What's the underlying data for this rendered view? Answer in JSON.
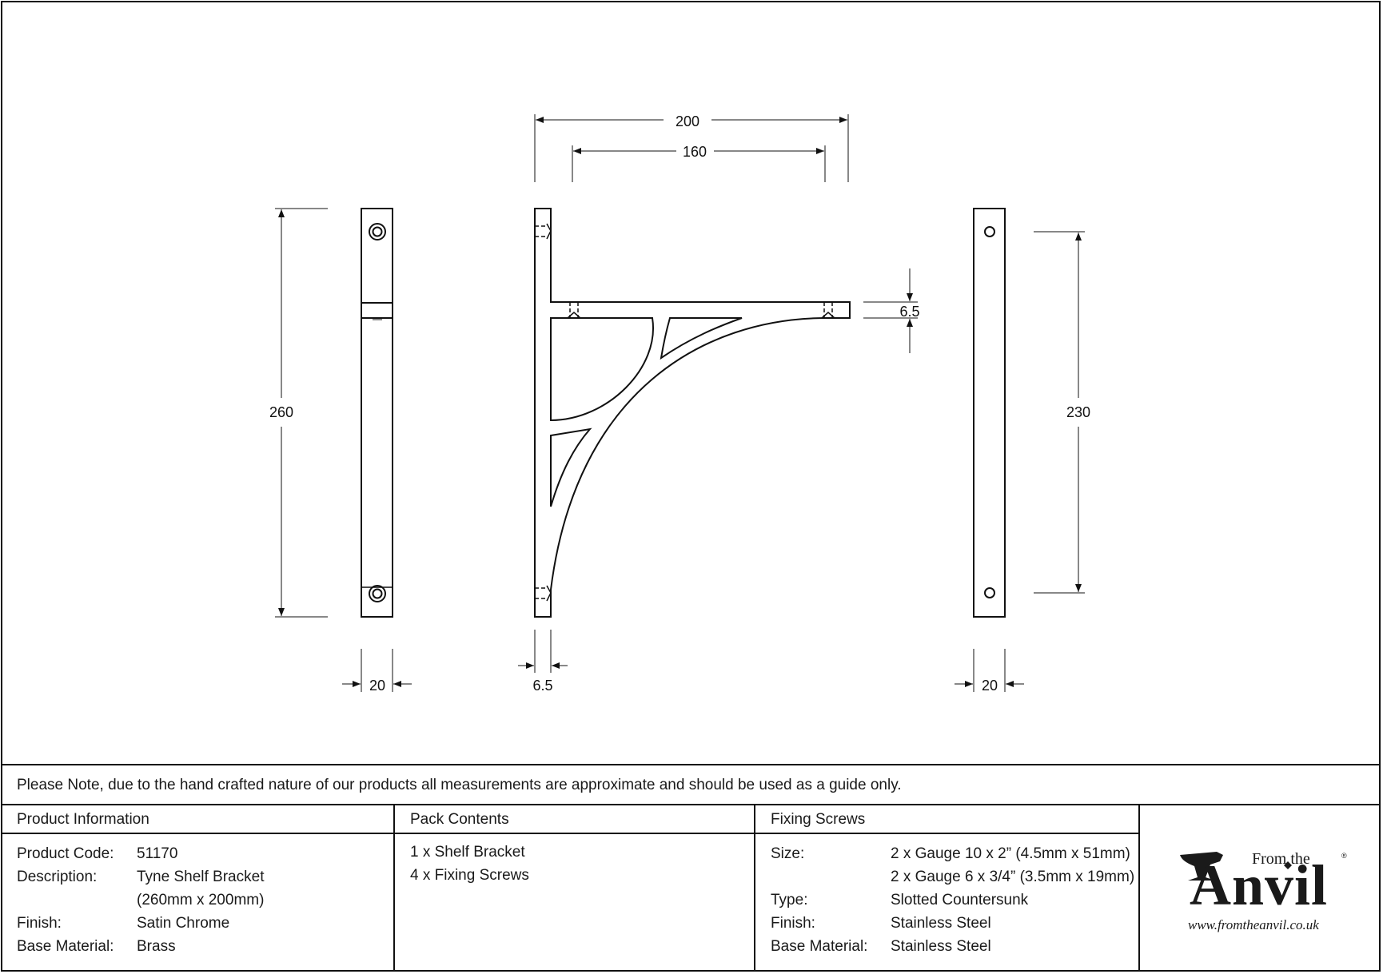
{
  "dimensions": {
    "overall_width": "200",
    "screw_spacing_horizontal": "160",
    "arm_thickness": "6.5",
    "overall_height": "260",
    "screw_spacing_vertical": "230",
    "front_width": "20",
    "plate_thickness": "6.5",
    "back_width": "20"
  },
  "note": "Please Note, due to the hand crafted nature of our products all measurements are approximate and should be used as a guide only.",
  "product_information": {
    "header": "Product Information",
    "rows": [
      {
        "label": "Product Code:",
        "value": "51170"
      },
      {
        "label": "Description:",
        "value": "Tyne Shelf Bracket"
      },
      {
        "label": "",
        "value": "(260mm x 200mm)"
      },
      {
        "label": "Finish:",
        "value": "Satin Chrome"
      },
      {
        "label": "Base Material:",
        "value": "Brass"
      }
    ]
  },
  "pack_contents": {
    "header": "Pack Contents",
    "items": [
      "1 x Shelf Bracket",
      "4 x Fixing Screws"
    ]
  },
  "fixing_screws": {
    "header": "Fixing Screws",
    "rows": [
      {
        "label": "Size:",
        "value": "2 x Gauge 10 x 2” (4.5mm x 51mm)"
      },
      {
        "label": "",
        "value": "2 x Gauge 6 x 3/4” (3.5mm x 19mm)"
      },
      {
        "label": "Type:",
        "value": "Slotted Countersunk"
      },
      {
        "label": "Finish:",
        "value": "Stainless Steel"
      },
      {
        "label": "Base Material:",
        "value": "Stainless Steel"
      }
    ]
  },
  "logo": {
    "from_the": "From the",
    "brand": "Anvil",
    "registered": "®",
    "website": "www.fromtheanvil.co.uk"
  }
}
